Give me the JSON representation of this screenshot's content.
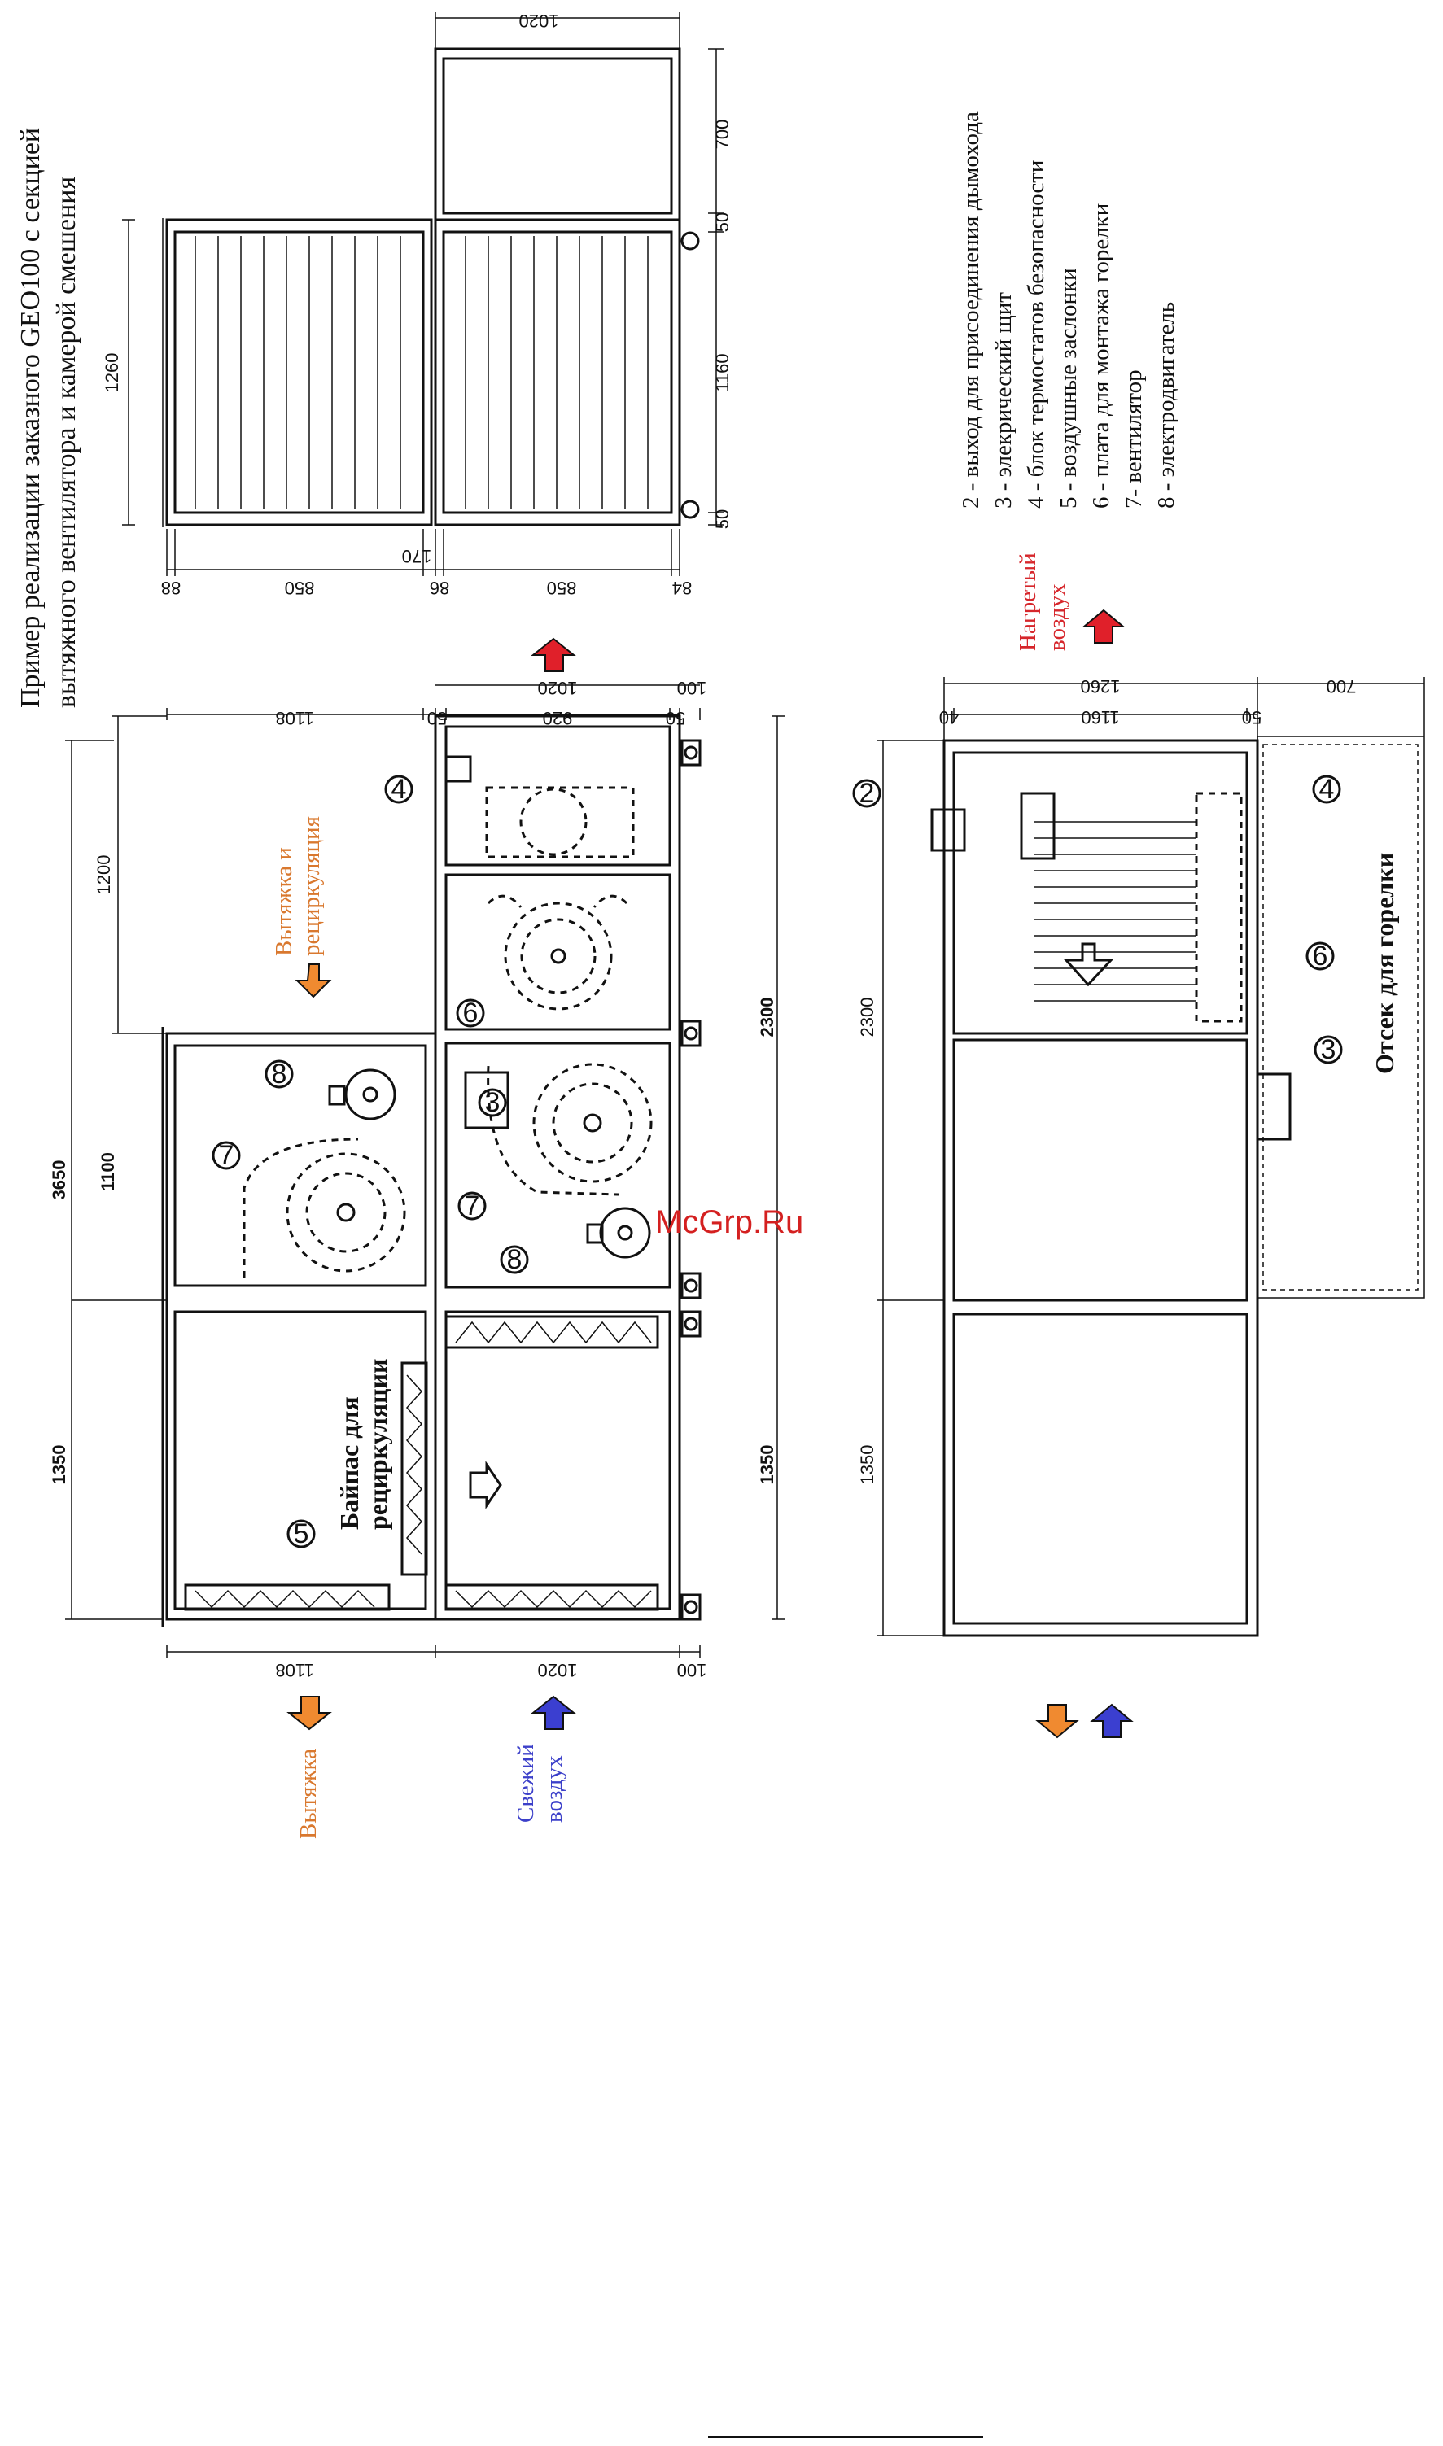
{
  "title": {
    "line1": "Пример реализации заказного GEO100 с секцией",
    "line2": "вытяжного вентилятора и камерой смешения"
  },
  "legend": [
    "2 - выход для присоединения дымохода",
    "3 - элекрический щит",
    "4 - блок термостатов безопасности",
    "5 - воздушные заслонки",
    "6 - плата для монтажа горелки",
    "7-  вентилятор",
    "8 - электродвигатель"
  ],
  "airflow_labels": {
    "exhaust_recirc_1": "Вытяжка и",
    "exhaust_recirc_2": "рециркуляция",
    "exhaust": "Вытяжка",
    "fresh_1": "Свежий",
    "fresh_2": "воздух",
    "heated_1": "Нагретый",
    "heated_2": "воздух"
  },
  "bypass_label": {
    "line1": "Байпас для",
    "line2": "рециркуляции"
  },
  "burner_compartment": "Отсек для горелки",
  "watermark": "McGrp.Ru",
  "colors": {
    "orange": "#f08a30",
    "blue": "#3b3fd0",
    "red": "#e0202a"
  },
  "top_view_dims": {
    "d1020": "1020",
    "d700": "700",
    "d50a": "50",
    "d1160": "1160",
    "d50b": "50",
    "d1260": "1260",
    "d88": "88",
    "d850a": "850",
    "d86": "86",
    "d850b": "850",
    "d84": "84",
    "d170": "170"
  },
  "main_view_dims": {
    "d1108a": "1108",
    "d50": "50",
    "d920": "920",
    "d50b": "50",
    "d1020": "1020",
    "d100": "100",
    "d1200": "1200",
    "d3650": "3650",
    "d1100": "1100",
    "d1350a": "1350",
    "d2300": "2300",
    "d1350b": "1350",
    "d1108b": "1108",
    "d1020b": "1020",
    "d100b": "100"
  },
  "side_view_dims": {
    "d40": "40",
    "d1160": "1160",
    "d50": "50",
    "d1260": "1260",
    "d700": "700",
    "d2300": "2300",
    "d1350": "1350"
  },
  "callouts": {
    "c2": "2",
    "c3": "3",
    "c4": "4",
    "c5": "5",
    "c6": "6",
    "c7": "7",
    "c8": "8",
    "m3": "3",
    "m4": "4",
    "m5": "5",
    "m6": "6",
    "m7a": "7",
    "m7b": "7",
    "m8a": "8",
    "m8b": "8",
    "s2": "2",
    "s3": "3",
    "s4": "4",
    "s6": "6"
  }
}
